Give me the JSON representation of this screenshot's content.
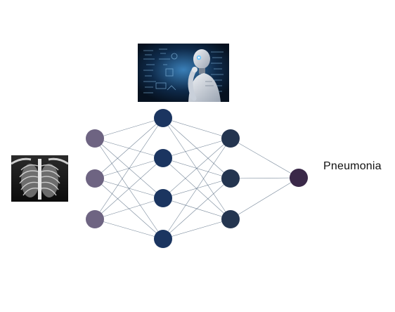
{
  "diagram": {
    "output_label": "Pneumonia",
    "layers": [
      {
        "name": "input-layer",
        "color": "#6e6482"
      },
      {
        "name": "hidden-layer-1",
        "color": "#1b3560"
      },
      {
        "name": "hidden-layer-2",
        "color": "#243550"
      },
      {
        "name": "output-layer",
        "color": "#3a2848"
      }
    ],
    "connection_color": "#4a6078",
    "images": [
      {
        "name": "chest-xray-image",
        "description_icon": "xray-icon"
      },
      {
        "name": "ai-robot-image",
        "description_icon": "robot-icon"
      }
    ]
  }
}
